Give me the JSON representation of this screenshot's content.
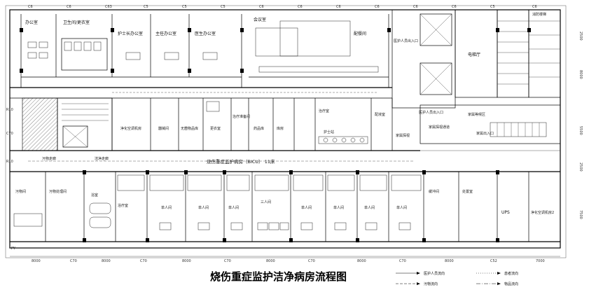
{
  "title": "烧伤重症监护洁净病房流程图",
  "rooms": {
    "top_left_1": "办公室",
    "top_left_2": "卫生间/更衣室",
    "top_left_3": "护士长办公室",
    "top_left_4": "主任办公室",
    "top_left_5": "医生办公室",
    "top_mid_1": "会议室",
    "top_mid_2": "配餐间",
    "top_mid_3": "医护人员出入口",
    "top_right_1": "电梯厅",
    "top_right_2": "消防楼梯",
    "mid_1": "净化空调机房",
    "mid_2": "器械间",
    "mid_3": "无菌物品库",
    "mid_4": "更衣室",
    "mid_5": "治疗准备间",
    "mid_6": "药品库",
    "mid_7": "库房",
    "mid_8": "治疗室",
    "mid_9": "护士站",
    "mid_10": "配液室",
    "mid_11": "家属探视",
    "mid_12": "家属探视通道",
    "mid_13": "家属等候区",
    "corridor_label": "烧伤重症监护病房（BICU）  11床",
    "clean_corridor": "洁净走廊",
    "dirty_corridor": "污物走廊",
    "bottom_1": "污物间",
    "bottom_2": "污物处理间",
    "bottom_3": "浴室",
    "bottom_4": "浴疗室",
    "bottom_5": "单人间",
    "bottom_6": "单人间",
    "bottom_7": "单人间",
    "bottom_8": "单人间",
    "bottom_9": "三人间",
    "bottom_10": "单人间",
    "bottom_11": "单人间",
    "bottom_12": "单人间",
    "bottom_13": "缓冲间",
    "bottom_14": "处置室",
    "bottom_15": "UPS",
    "bottom_16": "净化空调机房2",
    "entrance_1": "医护人员出入口",
    "entrance_2": "家属出入口",
    "stair_py": "PY"
  },
  "dims_top": [
    "C6",
    "C6",
    "C63",
    "C5",
    "C5",
    "C5",
    "C6",
    "C6",
    "C6",
    "C6",
    "C6",
    "C6",
    "C5",
    "C6"
  ],
  "dims_bottom": [
    "8000",
    "C70",
    "8000",
    "C70",
    "8000",
    "C70",
    "8000",
    "C70",
    "8000",
    "C70",
    "8000",
    "C52",
    "7000"
  ],
  "dims_right": [
    "2500",
    "8000",
    "5500",
    "2500",
    "7500"
  ],
  "dims_left": [
    "R10",
    "C70",
    "R10"
  ],
  "legend": {
    "item1": "医护人员流向",
    "item2": "患者流向",
    "item3": "污物流向",
    "item4": "物品流向"
  }
}
